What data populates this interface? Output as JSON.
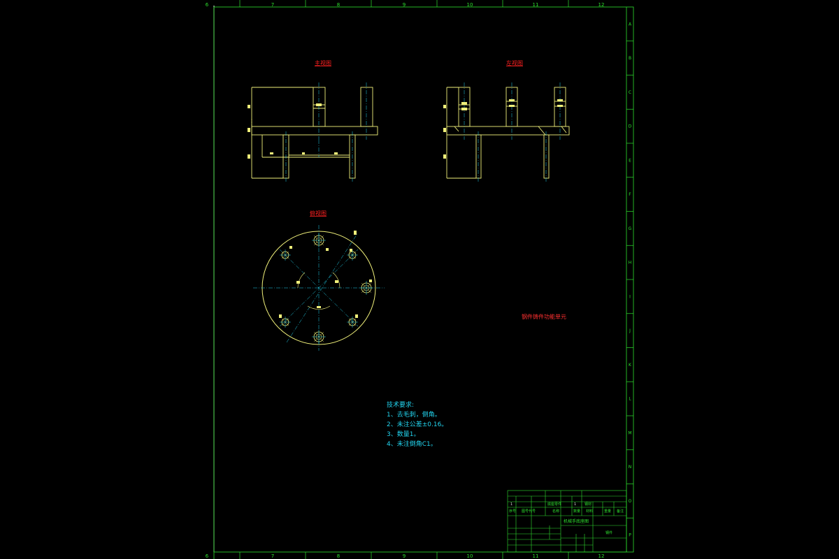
{
  "frame": {
    "top_numbers": [
      "6",
      "7",
      "8",
      "9",
      "10",
      "11",
      "12"
    ],
    "bottom_numbers": [
      "6",
      "7",
      "8",
      "9",
      "10",
      "11",
      "12"
    ],
    "right_letters": [
      "A",
      "B",
      "C",
      "D",
      "E",
      "F",
      "G",
      "H",
      "I",
      "J",
      "K",
      "L",
      "M",
      "N",
      "O",
      "P"
    ]
  },
  "views": {
    "front": "主视图",
    "left": "左视图",
    "top": "俯视图"
  },
  "unit_label": "钢件铸件功能单元",
  "tech_req": {
    "title": "技术要求:",
    "items": [
      "1、去毛刺，倒角。",
      "2、未注公差±0.16。",
      "3、数量1。",
      "4、未注倒角C1。"
    ]
  },
  "title_block": {
    "drawing_name": "机械手底座图",
    "material": "钢件",
    "row1_num": "1",
    "row1_name": "底座零件",
    "row1_qty": "1",
    "row1_mat": "钢材",
    "hdr_seq": "序号",
    "hdr_code": "图号代号",
    "hdr_name": "名称",
    "hdr_qty": "数量",
    "hdr_mat": "材料",
    "hdr_weight": "重量",
    "hdr_note": "备注"
  },
  "colors": {
    "geometry": "#f0f07a",
    "frame": "#2ee02e",
    "view_titles": "#ff2020",
    "notes": "#22d3ee",
    "centerlines": "#22d3ee",
    "border": "#ffffff"
  }
}
